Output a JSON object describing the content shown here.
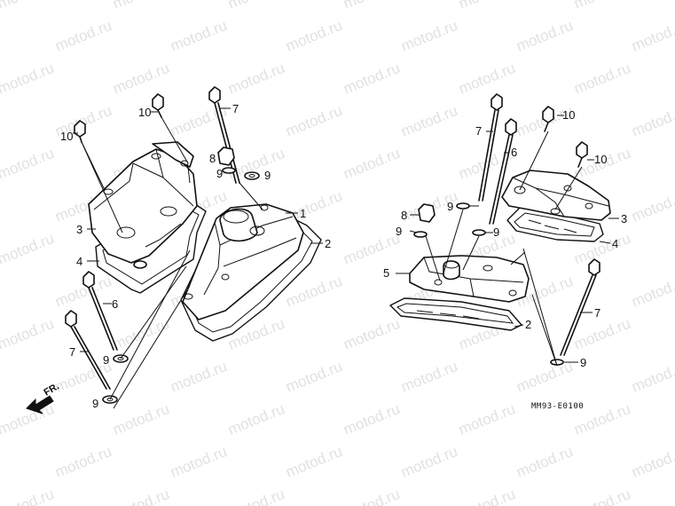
{
  "watermark": "motod.ru",
  "diagram_code": "MM93-E0100",
  "front_marker": "FR.",
  "callouts": {
    "c1": "1",
    "c2a": "2",
    "c2b": "2",
    "c3a": "3",
    "c3b": "3",
    "c4a": "4",
    "c4b": "4",
    "c5": "5",
    "c6a": "6",
    "c6b": "6",
    "c7a": "7",
    "c7b": "7",
    "c7c": "7",
    "c7d": "7",
    "c8a": "8",
    "c8b": "8",
    "c9a": "9",
    "c9b": "9",
    "c9c": "9",
    "c9d": "9",
    "c9e": "9",
    "c9f": "9",
    "c9g": "9",
    "c9h": "9",
    "c10a": "10",
    "c10b": "10",
    "c10c": "10",
    "c10d": "10"
  }
}
